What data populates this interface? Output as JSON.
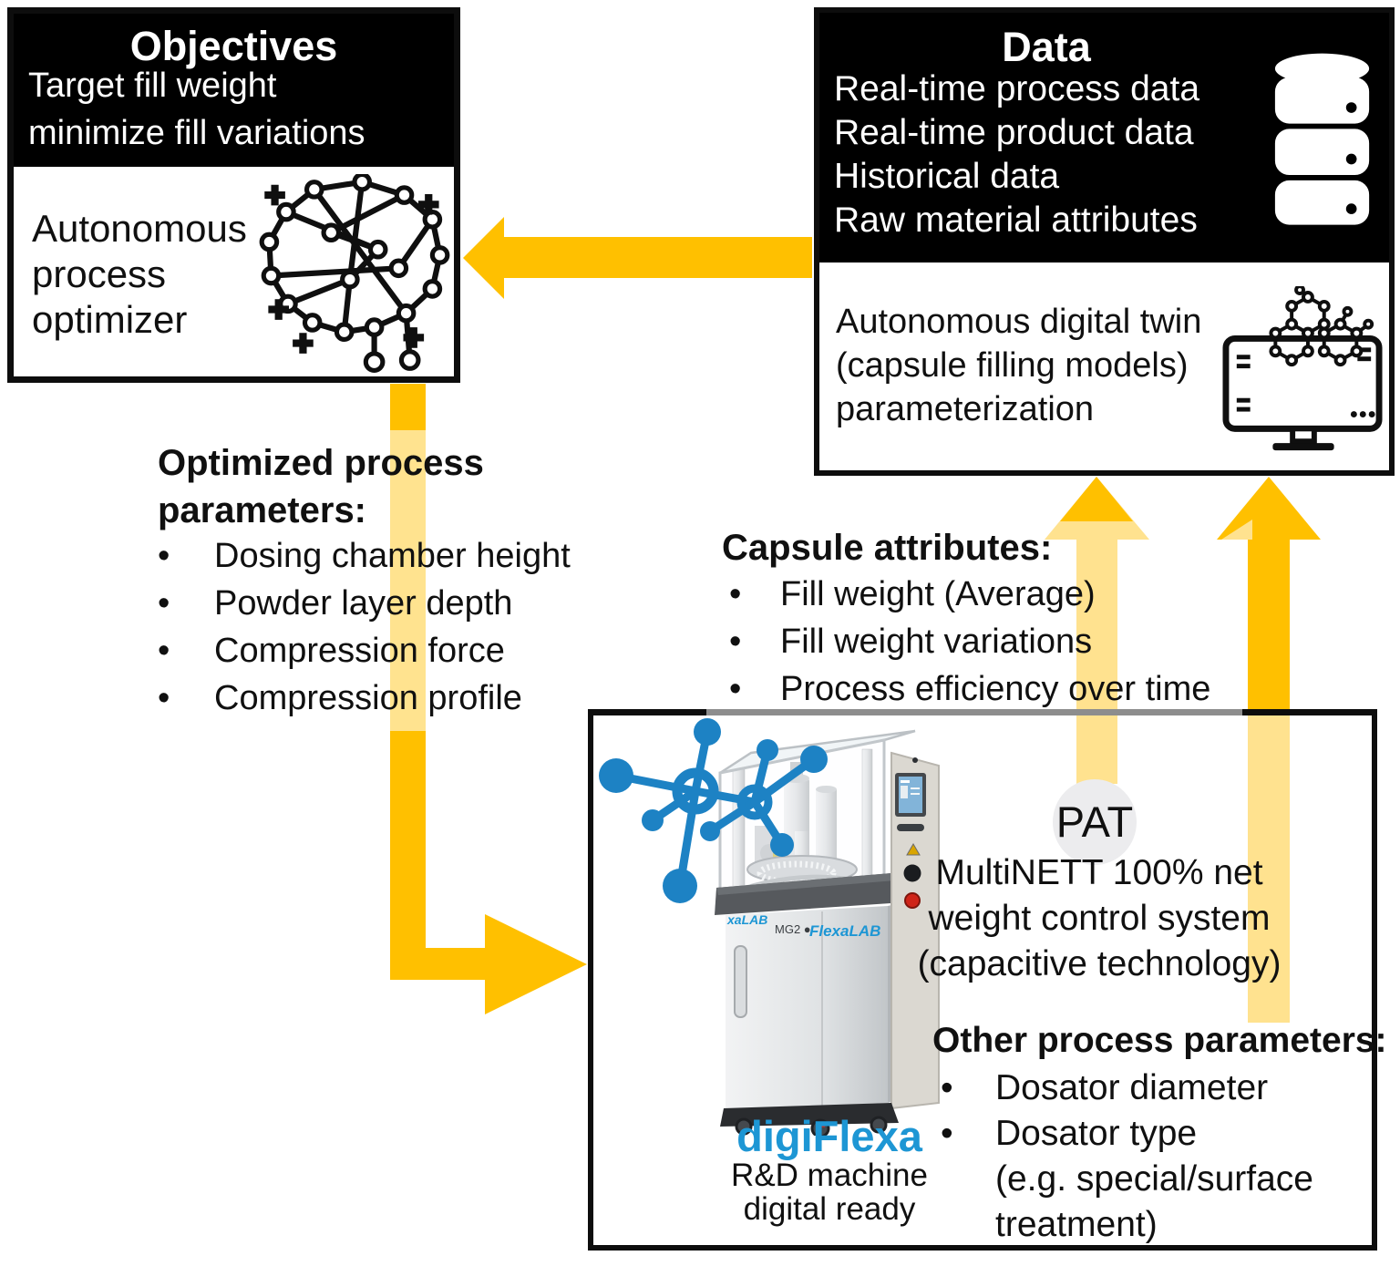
{
  "colors": {
    "accent": "#FFC000",
    "accent_light": "#FFE28F",
    "brand_blue": "#1D96D4",
    "molecule_blue": "#1D82C4",
    "pat_bg": "#ECECEE",
    "border": "#0d0d0d"
  },
  "objectives_box": {
    "title": "Objectives",
    "header_lines": [
      "Target fill weight",
      "minimize fill variations"
    ],
    "body_lines": [
      "Autonomous",
      "process",
      "optimizer"
    ],
    "icon": "neural-network-brain-icon"
  },
  "data_box": {
    "title": "Data",
    "header_lines": [
      "Real-time process data",
      "Real-time product data",
      "Historical data",
      "Raw material attributes"
    ],
    "header_icon": "database-icon",
    "body_lines": [
      "Autonomous digital twin",
      "(capsule filling models)",
      "parameterization"
    ],
    "body_icon": "digital-twin-monitor-icon"
  },
  "optimized_parameters": {
    "heading_lines": [
      "Optimized process",
      "parameters:"
    ],
    "bullets": [
      "Dosing chamber height",
      "Powder layer depth",
      "Compression force",
      "Compression profile"
    ]
  },
  "capsule_attributes": {
    "heading": "Capsule attributes:",
    "bullets": [
      "Fill weight (Average)",
      "Fill weight variations",
      "Process efficiency over time"
    ]
  },
  "machine_box": {
    "pat_badge": "PAT",
    "pat_lines": [
      "MultiNETT 100% net",
      "weight control system",
      "(capacitive technology)"
    ],
    "other_parameters": {
      "heading": "Other process parameters:",
      "bullets": [
        "Dosator diameter",
        "Dosator type"
      ],
      "continuation_lines": [
        "(e.g. special/surface",
        "treatment)"
      ]
    },
    "machine": {
      "name": "digiFlexa",
      "caption_lines": [
        "R&D machine",
        "digital ready"
      ],
      "brand_label_left": "xaLAB",
      "brand_label_mg2": "MG2 ●",
      "brand_label_main": "FlexaLAB"
    }
  }
}
